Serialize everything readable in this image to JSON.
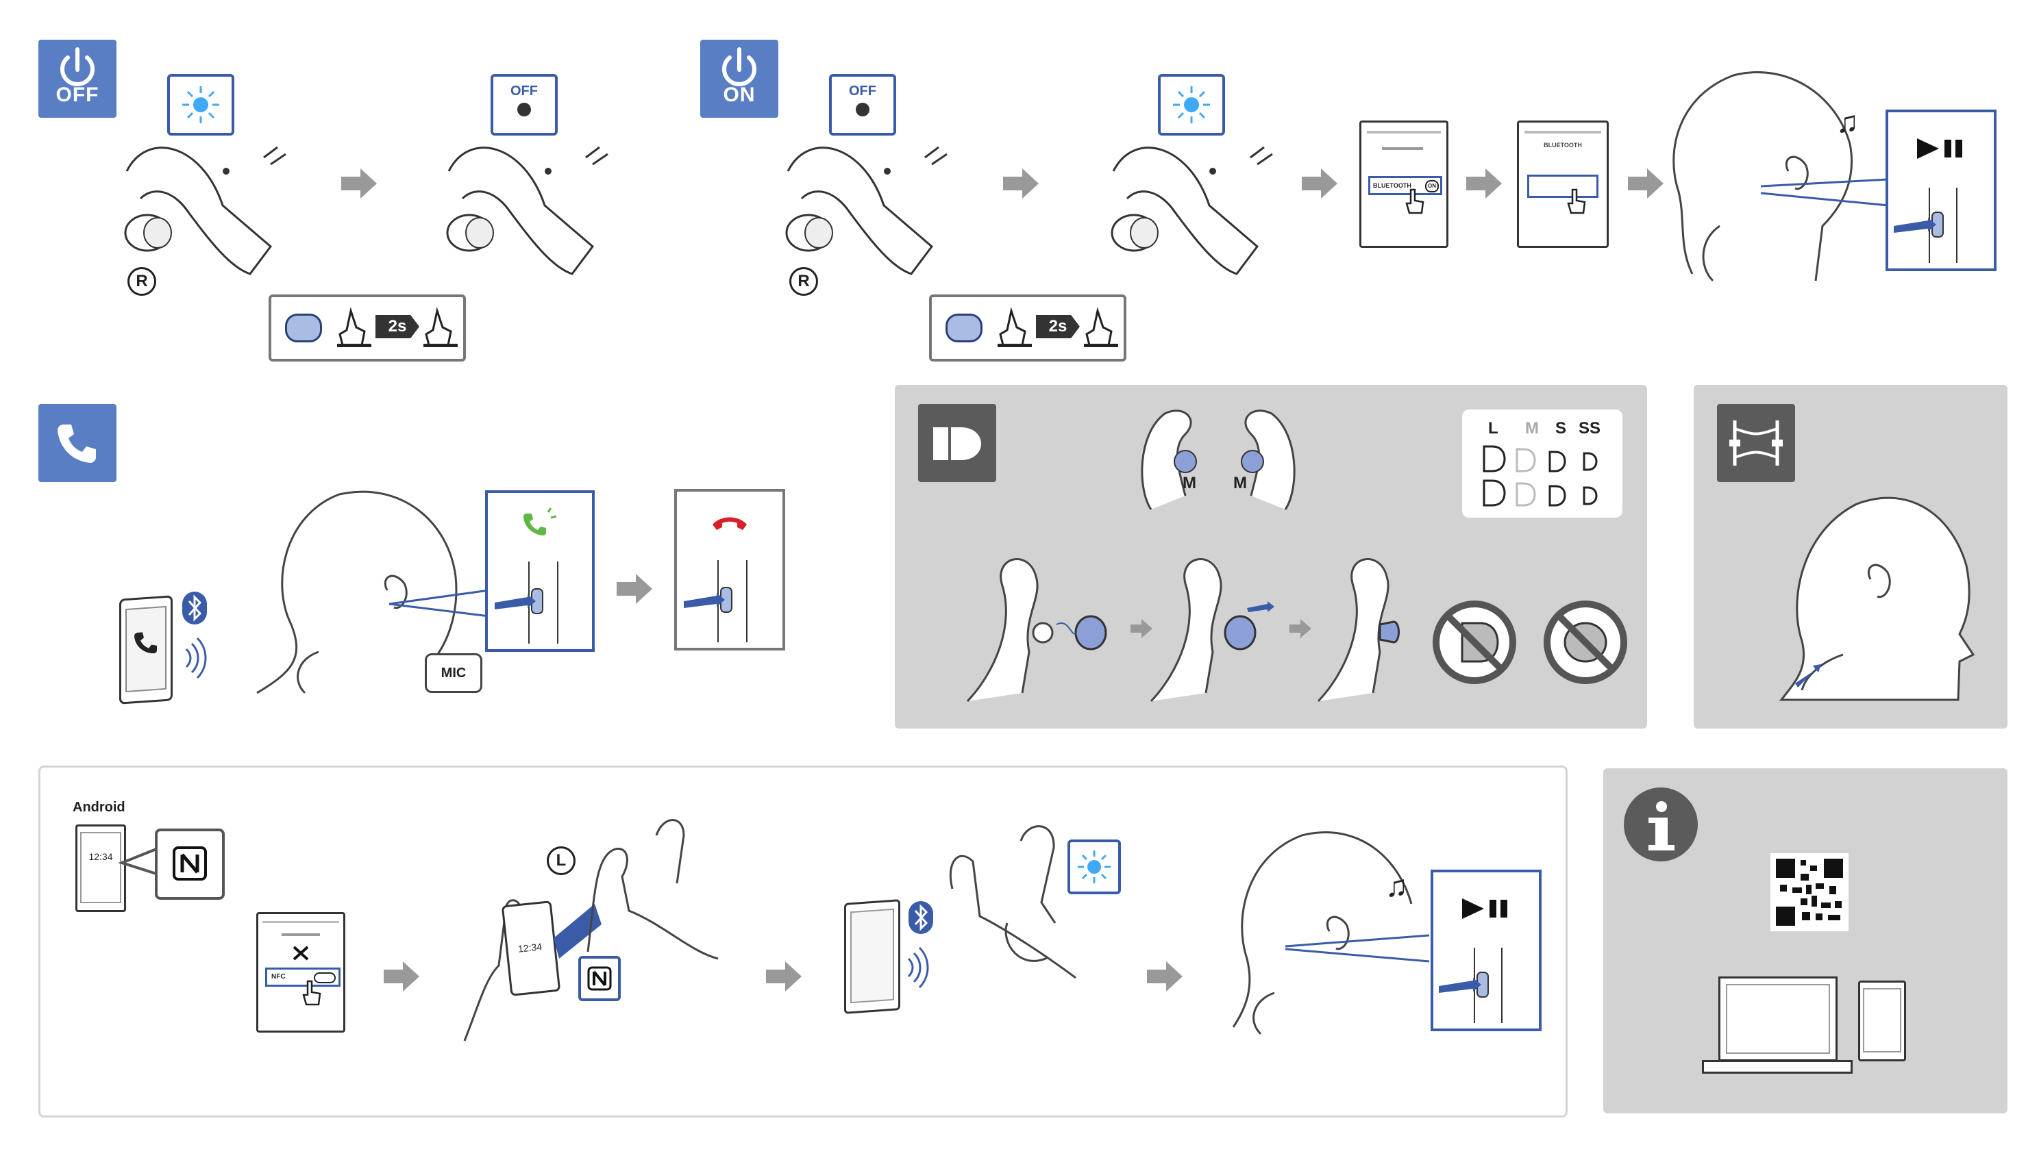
{
  "power_off": {
    "badge_label": "OFF",
    "callout_state": "OFF",
    "side_mark": "R"
  },
  "power_on": {
    "badge_label": "ON",
    "callout_state": "OFF",
    "side_mark": "R",
    "phone_bt_row": "BLUETOOTH",
    "phone_bt_toggle": "ON",
    "phone_header": "BLUETOOTH"
  },
  "hold_duration": "2s",
  "call": {
    "mic_label": "MIC"
  },
  "earbuds": {
    "size_m_left": "M",
    "size_m_right": "M",
    "sizes": [
      "L",
      "M",
      "S",
      "SS"
    ]
  },
  "nfc": {
    "os_label": "Android",
    "clock": "12:34",
    "nfc_row": "NFC",
    "side_mark": "L",
    "phone_clock": "12:34"
  },
  "colors": {
    "accent_blue": "#5a7ec4",
    "callout_blue": "#3a5ba8",
    "panel_gray": "#d2d2d2",
    "badge_gray": "#5b5b5b",
    "led_blue": "#3fa9f5",
    "call_green": "#5fb845",
    "call_red": "#d8202a"
  }
}
